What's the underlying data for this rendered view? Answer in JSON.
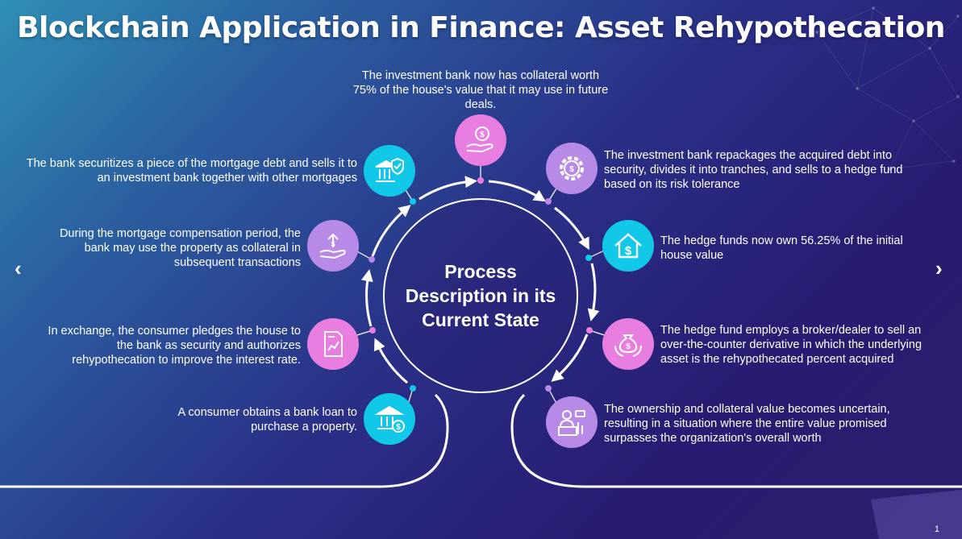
{
  "title": "Blockchain Application in Finance: Asset Rehypothecation",
  "center_label": "Process Description in its Current State",
  "steps": [
    {
      "text": "A consumer obtains a bank loan to purchase a property.",
      "icon": "bank-dollar-icon",
      "color": "#12c8e8"
    },
    {
      "text": "In exchange, the consumer pledges the house to the bank as security and authorizes rehypothecation to improve the interest rate.",
      "icon": "document-chart-icon",
      "color": "#e87fe0"
    },
    {
      "text": "During the mortgage compensation period, the bank may use the property as collateral in subsequent transactions",
      "icon": "hand-dollar-arrow-icon",
      "color": "#b88ae8"
    },
    {
      "text": "The bank securitizes a piece of the mortgage debt and sells it to an investment bank together with other mortgages",
      "icon": "bank-shield-icon",
      "color": "#12c8e8"
    },
    {
      "text": "The investment bank now has collateral worth 75% of the house's value that it may use in future deals.",
      "icon": "hand-coin-icon",
      "color": "#e87fe0"
    },
    {
      "text": "The investment bank repackages the acquired debt into security, divides it into tranches, and sells to a hedge fund based on its risk tolerance",
      "icon": "gear-moneybag-icon",
      "color": "#b88ae8"
    },
    {
      "text": "The hedge funds now own 56.25% of the initial house value",
      "icon": "house-dollar-icon",
      "color": "#12c8e8"
    },
    {
      "text": "The hedge fund employs a broker/dealer to sell an over-the-counter derivative in which the underlying asset is the rehypothecated percent acquired",
      "icon": "hands-moneybag-icon",
      "color": "#e87fe0"
    },
    {
      "text": "The ownership and collateral value becomes uncertain, resulting in a situation where the entire value promised surpasses the organization's overall worth",
      "icon": "businessman-desk-icon",
      "color": "#b88ae8"
    }
  ],
  "nav": {
    "prev": "‹",
    "next": "›"
  },
  "page_number": "1"
}
